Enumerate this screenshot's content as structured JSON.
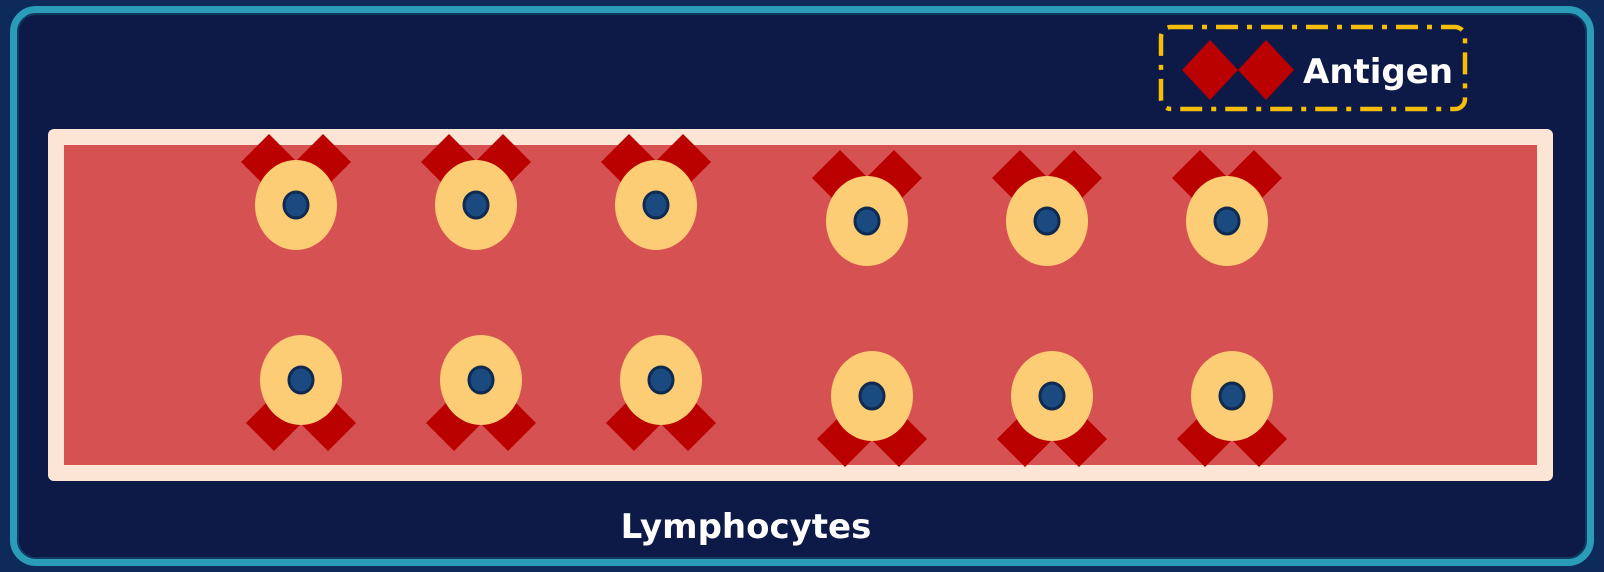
{
  "legend": {
    "label": "Antigen"
  },
  "caption": "Lymphocytes",
  "colors": {
    "background": "#0d1947",
    "frame_border": "#2a9cb8",
    "vessel_fill": "#d65151",
    "vessel_border": "#fde5d6",
    "cell_body": "#fccd74",
    "cell_nucleus": "#1b4a80",
    "nucleus_outline": "#0f2a50",
    "antigen": "#bb0000",
    "legend_border": "#f5be08",
    "text": "#ffffff"
  },
  "icons": {
    "antigen_marker": "antigen-diamond-icon",
    "cell": "lymphocyte-cell-icon"
  },
  "cells": {
    "rows": 2,
    "per_row": 6,
    "total": 12,
    "antigen_pairs_per_cell": 1
  }
}
